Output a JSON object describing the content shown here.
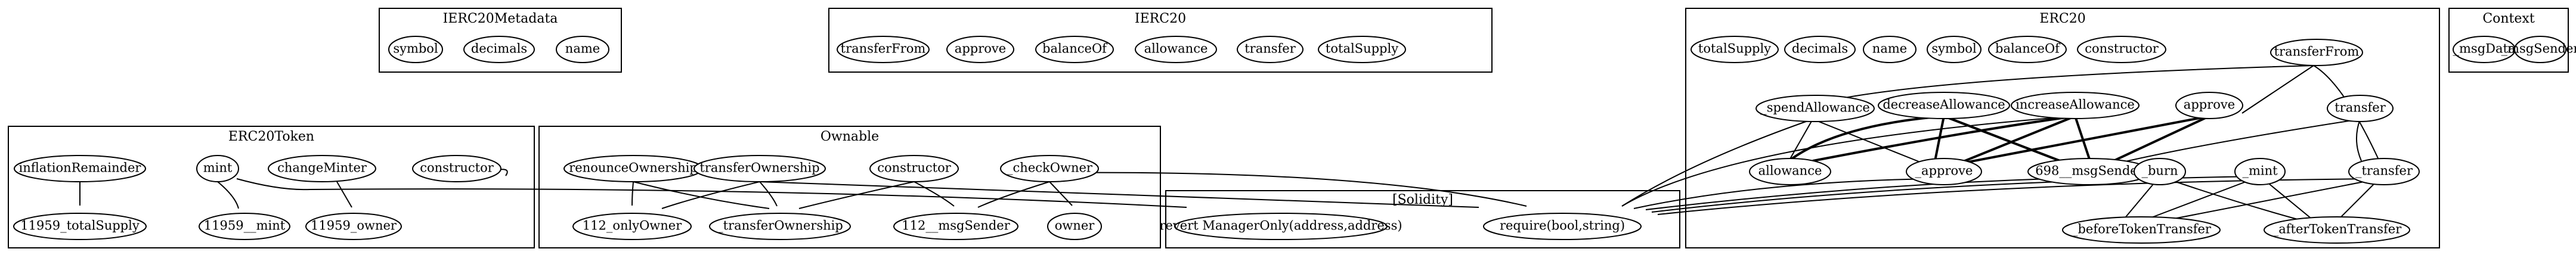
{
  "clusters": {
    "ierc20metadata": "IERC20Metadata",
    "ierc20": "IERC20",
    "erc20": "ERC20",
    "context": "Context",
    "erc20token": "ERC20Token",
    "ownable": "Ownable",
    "solidity": "[Solidity]"
  },
  "nodes": {
    "ierc20metadata_symbol": "symbol",
    "ierc20metadata_decimals": "decimals",
    "ierc20metadata_name": "name",
    "ierc20_transferFrom": "transferFrom",
    "ierc20_approve": "approve",
    "ierc20_balanceOf": "balanceOf",
    "ierc20_allowance": "allowance",
    "ierc20_transfer": "transfer",
    "ierc20_totalSupply": "totalSupply",
    "erc20_totalSupply": "totalSupply",
    "erc20_decimals": "decimals",
    "erc20_name": "name",
    "erc20_symbol": "symbol",
    "erc20_balanceOf": "balanceOf",
    "erc20_constructor": "constructor",
    "erc20_transferFrom": "transferFrom",
    "erc20_spendAllowance": "_spendAllowance",
    "erc20_decreaseAllowance": "decreaseAllowance",
    "erc20_increaseAllowance": "increaseAllowance",
    "erc20_approve": "approve",
    "erc20_transfer": "transfer",
    "erc20_allowance": "allowance",
    "erc20_approve_internal": "_approve",
    "erc20_msgSender": "698__msgSender",
    "erc20_burn": "_burn",
    "erc20_mint": "_mint",
    "erc20_transfer_internal": "_transfer",
    "erc20_beforeTokenTransfer": "_beforeTokenTransfer",
    "erc20_afterTokenTransfer": "_afterTokenTransfer",
    "context_msgData": "_msgData",
    "context_msgSender": "_msgSender",
    "token_inflationRemainder": "inflationRemainder",
    "token_mint": "mint",
    "token_changeMinter": "changeMinter",
    "token_constructor": "constructor",
    "token_totalSupply": "11959_totalSupply",
    "token_mint_internal": "11959__mint",
    "token_owner": "11959_owner",
    "ownable_renounceOwnership": "renounceOwnership",
    "ownable_transferOwnership": "transferOwnership",
    "ownable_constructor": "constructor",
    "ownable_checkOwner": "_checkOwner",
    "ownable_onlyOwner": "112_onlyOwner",
    "ownable_transferOwnership_internal": "_transferOwnership",
    "ownable_msgSender": "112__msgSender",
    "ownable_owner": "owner",
    "solidity_revert": "revert ManagerOnly(address,address)",
    "solidity_require": "require(bool,string)"
  }
}
